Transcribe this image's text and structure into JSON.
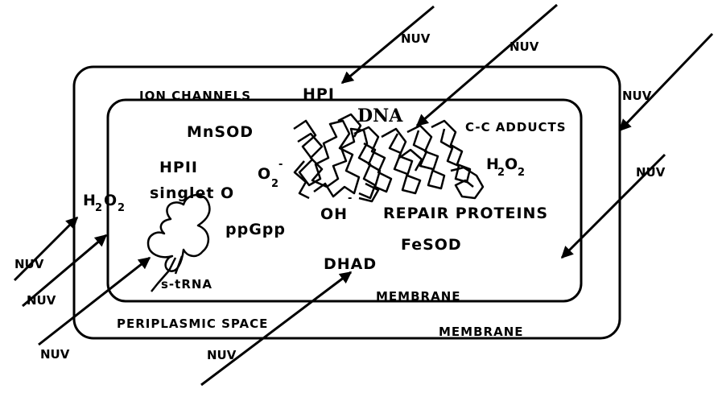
{
  "diagram": {
    "nuv_label": "NUV",
    "labels": {
      "ion_channels": "ION CHANNELS",
      "hpi": "HPI",
      "dna": "DNA",
      "mnsod": "MnSOD",
      "cc_adducts": "C-C ADDUCTS",
      "hpii": "HPII",
      "singlet_o": "singlet O",
      "o2_main": "O",
      "o2_sub": "2",
      "o2_sup": "-",
      "h2o2_left_h": "H",
      "h2o2_left_sub2": "2",
      "h2o2_left_o": "O",
      "h2o2_left_sub2b": "2",
      "h2o2_right_h": "H",
      "h2o2_right_sub2": "2",
      "h2o2_right_o": "O",
      "h2o2_right_sub2b": "2",
      "oh": "OH",
      "oh_sup": "-",
      "repair_proteins": "REPAIR PROTEINS",
      "ppgpp": "ppGpp",
      "fesod": "FeSOD",
      "s_trna": "s-tRNA",
      "dhad": "DHAD",
      "membrane_inner": "MEMBRANE",
      "periplasmic_space": "PERIPLASMIC SPACE",
      "membrane_outer": "MEMBRANE"
    },
    "colors": {
      "ink": "#000000",
      "background": "#ffffff"
    }
  }
}
